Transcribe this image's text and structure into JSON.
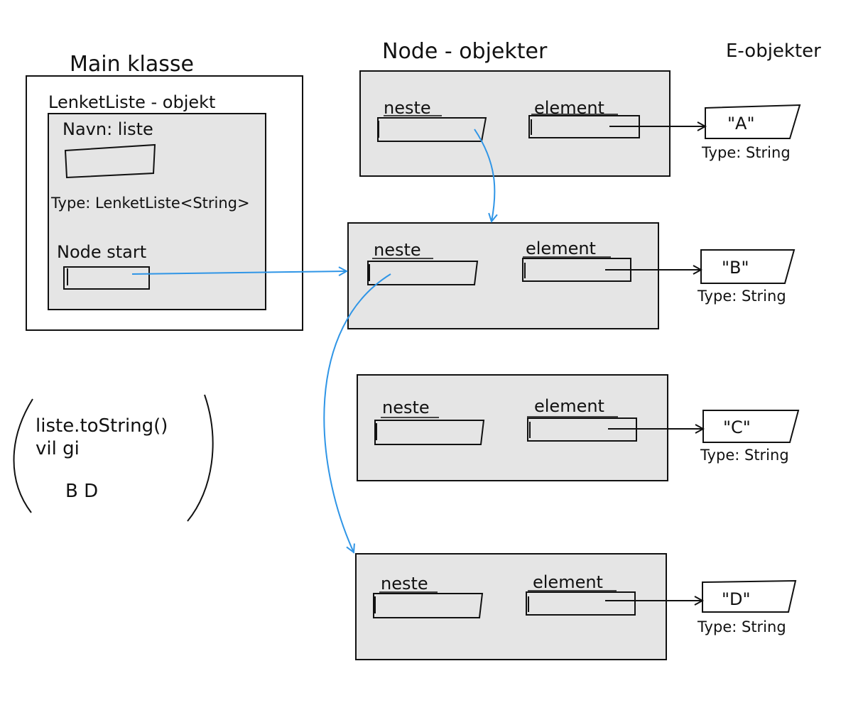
{
  "headings": {
    "main_class": "Main klasse",
    "node_objects": "Node - objekter",
    "e_objects": "E-objekter"
  },
  "main_box": {
    "object_title": "LenketListe - objekt",
    "name_label": "Navn: liste",
    "type_label": "Type: LenketListe<String>",
    "start_label": "Node start"
  },
  "nodes": [
    {
      "next_label": "neste",
      "element_label": "element"
    },
    {
      "next_label": "neste",
      "element_label": "element"
    },
    {
      "next_label": "neste",
      "element_label": "element"
    },
    {
      "next_label": "neste",
      "element_label": "element"
    }
  ],
  "e_objects": [
    {
      "value": "\"A\"",
      "type": "Type: String"
    },
    {
      "value": "\"B\"",
      "type": "Type: String"
    },
    {
      "value": "\"C\"",
      "type": "Type: String"
    },
    {
      "value": "\"D\"",
      "type": "Type: String"
    }
  ],
  "note": {
    "line1": "liste.toString()",
    "line2": "vil gi",
    "line3": "B D"
  },
  "colors": {
    "ink": "#111111",
    "box_fill": "#e5e5e5",
    "pointer_blue": "#2f95e6"
  }
}
